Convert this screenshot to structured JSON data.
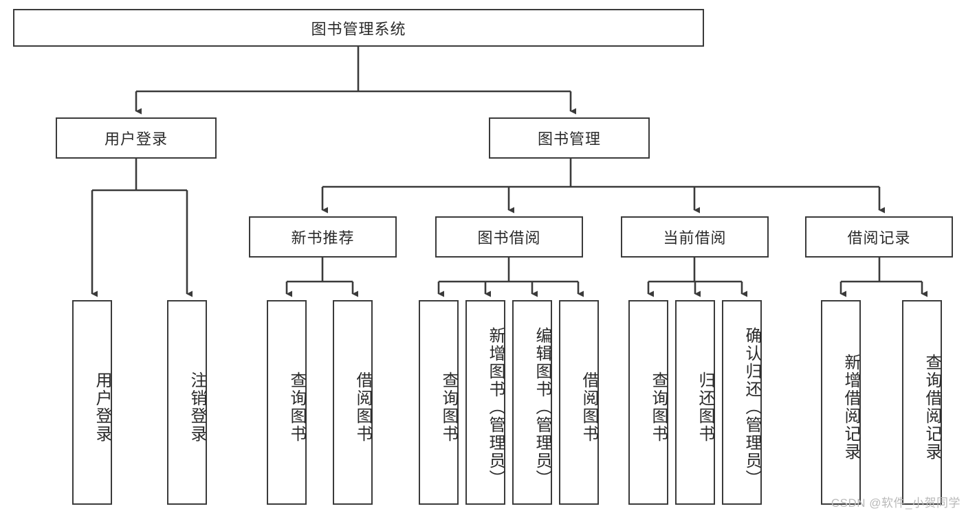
{
  "diagram": {
    "type": "tree",
    "title": "图书管理系统",
    "root": {
      "label": "图书管理系统"
    },
    "level2": [
      {
        "label": "用户登录"
      },
      {
        "label": "图书管理"
      }
    ],
    "level3": [
      {
        "label": "新书推荐"
      },
      {
        "label": "图书借阅"
      },
      {
        "label": "当前借阅"
      },
      {
        "label": "借阅记录"
      }
    ],
    "leaves": {
      "user_login": [
        {
          "label": "用户登录"
        },
        {
          "label": "注销登录"
        }
      ],
      "new_book_recommend": [
        {
          "label": "查询图书"
        },
        {
          "label": "借阅图书"
        }
      ],
      "book_borrow": [
        {
          "label": "查询图书"
        },
        {
          "label": "新增图书（管理员）"
        },
        {
          "label": "编辑图书（管理员）"
        },
        {
          "label": "借阅图书"
        }
      ],
      "current_borrow": [
        {
          "label": "查询图书"
        },
        {
          "label": "归还图书"
        },
        {
          "label": "确认归还（管理员）"
        }
      ],
      "borrow_record": [
        {
          "label": "新增借阅记录"
        },
        {
          "label": "查询借阅记录"
        }
      ]
    }
  },
  "watermark": {
    "text": "CSDN @软件_小贺同学"
  },
  "colors": {
    "stroke": "#3a3a3a",
    "text": "#2a2a2a",
    "background": "#ffffff",
    "watermark": "#b9b9b9"
  }
}
